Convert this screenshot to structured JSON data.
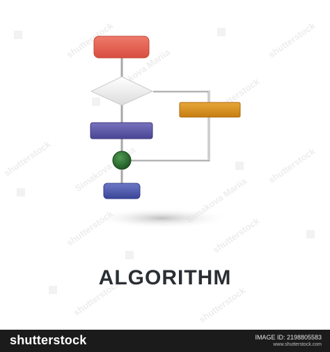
{
  "title": "ALGORITHM",
  "watermarks": {
    "author": "Simakova Mariia",
    "stock": "shutterstock"
  },
  "footer": {
    "brand": "shutterstock",
    "image_id": "IMAGE ID: 2198805583",
    "site": "www.shutterstock.com"
  },
  "colors": {
    "start": "#e26354",
    "decision": "#f1f1f1",
    "process_right": "#d8911c",
    "process_left": "#5a55a3",
    "merge": "#2c6e2f",
    "end": "#4a56a6",
    "connector": "#a7a7a7",
    "title": "#2a2f34",
    "footer_bg": "#1b1b1b"
  },
  "icons": [
    "flowchart-icon"
  ]
}
